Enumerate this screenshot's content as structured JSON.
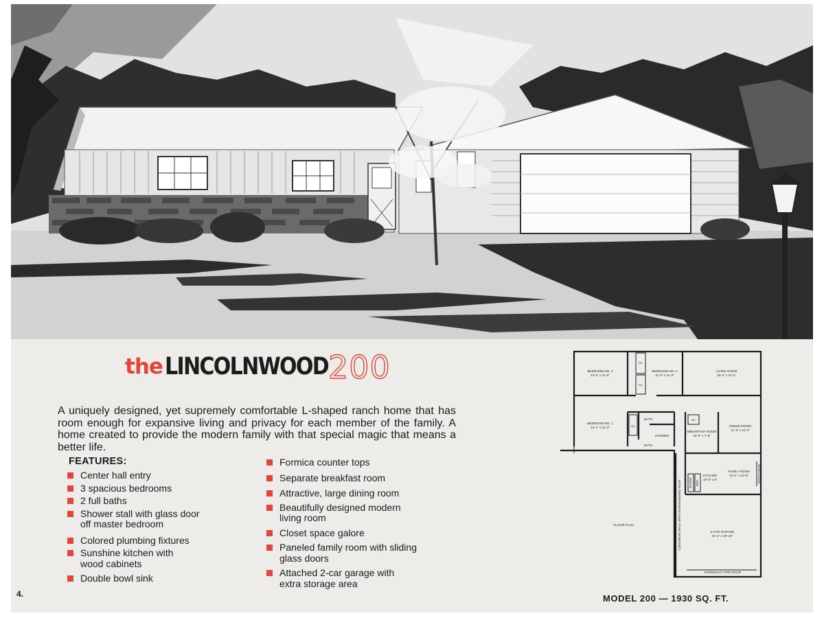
{
  "title": {
    "prefix": "the",
    "name": "LINCOLNWOOD",
    "number": "200"
  },
  "description": "A uniquely designed, yet supremely comfortable L-shaped ranch home that has room enough for expansive living and privacy for each member of the family. A home created to provide the modern family with that special magic that means a better life.",
  "features_heading": "FEATURES:",
  "features_col1": [
    "Center hall entry",
    "3 spacious bedrooms",
    "2 full baths",
    "Shower stall with glass door off master bedroom",
    "Colored plumbing fixtures",
    "Sunshine kitchen with wood cabinets",
    "Double bowl sink"
  ],
  "features_col2": [
    "Formica counter tops",
    "Separate breakfast room",
    "Attractive, large dining room",
    "Beautifully designed modern living room",
    "Closet space galore",
    "Paneled family room with sliding glass doors",
    "Attached 2-car garage with extra storage area"
  ],
  "page_number": "4.",
  "model_caption": "MODEL 200 — 1930 SQ. FT.",
  "floor_plan": {
    "rooms": {
      "bedroom3": {
        "name": "BEDROOM NO. 3",
        "dims": "14'-2\" x 11'-0\""
      },
      "bedroom2": {
        "name": "BEDROOM NO. 2",
        "dims": "11'-0\" x 11'-0\""
      },
      "living": {
        "name": "LIVING ROOM",
        "dims": "19'-4\" x 14'-2\""
      },
      "bedroom1": {
        "name": "BEDROOM NO. 1",
        "dims": "13'-1\" x 11'-3\""
      },
      "breakfast": {
        "name": "BREAKFAST ROOM",
        "dims": "10'-0\" x 7'-8\""
      },
      "dining": {
        "name": "DINING ROOM",
        "dims": "11'-3\" x 11'-0\""
      },
      "kitchen": {
        "name": "KITCHEN",
        "dims": "10'-0\" x 8'"
      },
      "family": {
        "name": "FAMILY ROOM",
        "dims": "13'-0\" x 10'-8\""
      },
      "garage": {
        "name": "2-CAR GARAGE",
        "dims": "21'-4\" x 19'-10\""
      }
    },
    "labels": {
      "closet": "CL",
      "bath": "BATH",
      "shower": "SHOWER",
      "floor_plan": "FLOOR PLAN",
      "walk": "CONCRETE WALK WITH OVERHANGING ROOF",
      "garage_door": "OVERHEAD TYPE DOOR",
      "patio_door": "PATIO DOOR",
      "range": "RANGE",
      "ref": "REF."
    }
  },
  "colors": {
    "accent_red": "#e2453a",
    "paper": "#eeece8",
    "ink": "#1a1a1a"
  }
}
